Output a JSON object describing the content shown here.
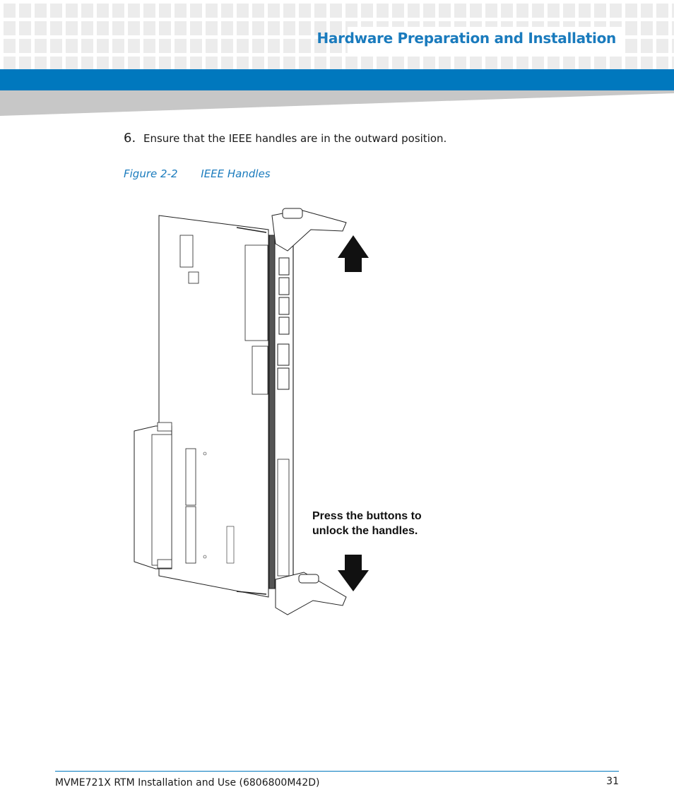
{
  "header": {
    "title": "Hardware Preparation and Installation"
  },
  "content": {
    "step_number": "6.",
    "step_text": "Ensure that the IEEE handles are in the outward position.",
    "figure_number": "Figure 2-2",
    "figure_title": "IEEE Handles",
    "figure_label_line1": "Press the buttons to",
    "figure_label_line2": "unlock the handles."
  },
  "footer": {
    "document_title": "MVME721X RTM Installation and Use (6806800M42D)",
    "page_number": "31"
  },
  "colors": {
    "accent_blue": "#0078be",
    "title_blue": "#1a7bbd"
  }
}
